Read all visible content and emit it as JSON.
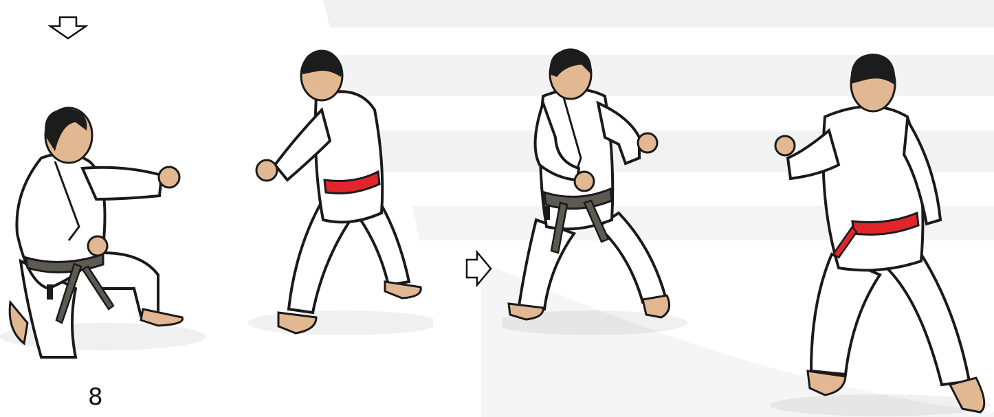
{
  "step": {
    "number": "8"
  },
  "figures": [
    {
      "name": "kneeling",
      "belt": "black-belt"
    },
    {
      "name": "back-view-1",
      "belt": "red-belt"
    },
    {
      "name": "front-stance",
      "belt": "black-belt"
    },
    {
      "name": "back-view-2",
      "belt": "red-belt"
    }
  ],
  "icons": {
    "arrow_down": "arrow-down-icon",
    "arrow_right": "arrow-right-icon"
  },
  "colors": {
    "gi": "#ffffff",
    "outline": "#1a1a1a",
    "skin": "#e2b892",
    "hair": "#1c1c1c",
    "black_belt": "#5d5a52",
    "red_belt": "#e0262a",
    "stripes": "#f1f1f1"
  }
}
